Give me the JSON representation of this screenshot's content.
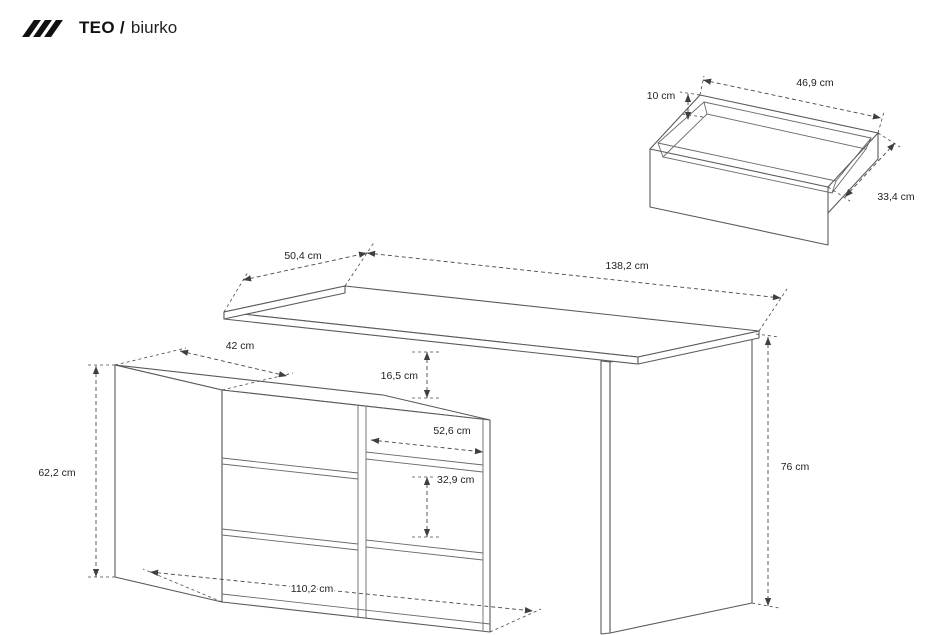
{
  "header": {
    "logo": "///",
    "name": "TEO /",
    "category": "biurko"
  },
  "dimensions": {
    "desktop_depth": "50,4 cm",
    "desktop_length": "138,2 cm",
    "cabinet_top_depth": "42 cm",
    "top_gap": "16,5 cm",
    "compartment_width": "52,6 cm",
    "shelf_spacing": "32,9 cm",
    "cabinet_height": "62,2 cm",
    "cabinet_length": "110,2 cm",
    "desk_height": "76 cm",
    "drawer_height": "10 cm",
    "drawer_width": "46,9 cm",
    "drawer_depth": "33,4 cm"
  }
}
